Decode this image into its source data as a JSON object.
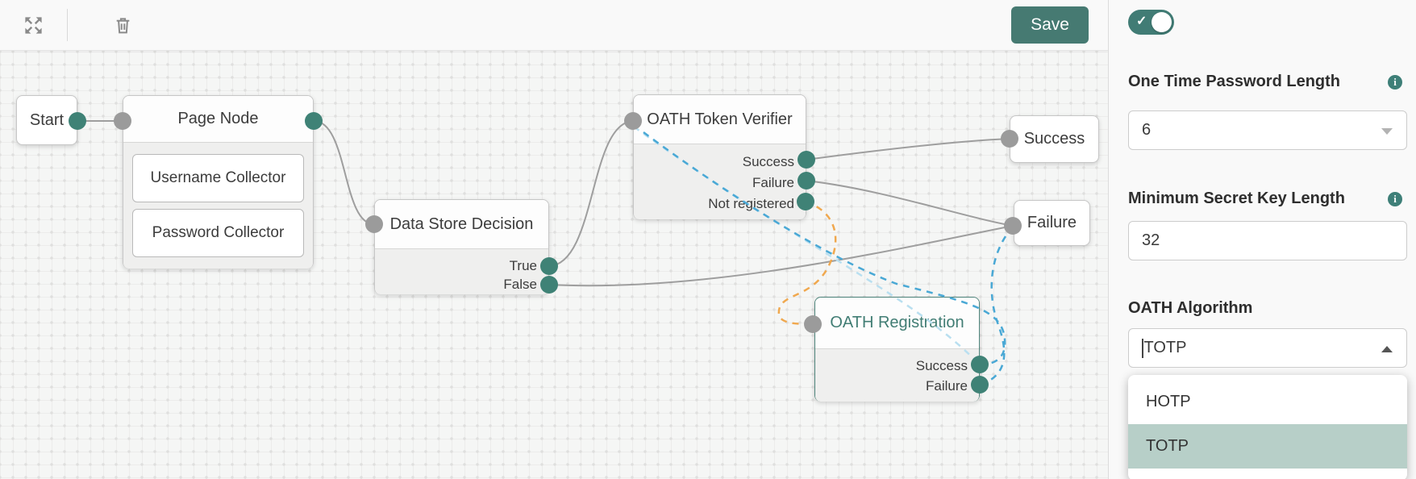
{
  "toolbar": {
    "save_label": "Save",
    "expand_icon": "expand-arrows",
    "delete_icon": "trash"
  },
  "panel": {
    "enabled_toggle": {
      "state": "on",
      "check_glyph": "✓"
    },
    "fields": [
      {
        "label": "One Time Password Length",
        "value": "6",
        "type": "select",
        "has_info_icon": true
      },
      {
        "label": "Minimum Secret Key Length",
        "value": "32",
        "type": "text",
        "has_info_icon": true
      },
      {
        "label": "OATH Algorithm",
        "value": "TOTP",
        "type": "combobox-open",
        "has_info_icon": false,
        "options": [
          "HOTP",
          "TOTP"
        ],
        "selected_option": "TOTP"
      }
    ],
    "colors": {
      "accent": "#417c75",
      "selected_option_bg": "#b7cfc8",
      "info_icon": "#3e7f78"
    }
  },
  "canvas": {
    "nodes": [
      {
        "title": "Start"
      },
      {
        "title": "Page Node",
        "children": [
          "Username Collector",
          "Password Collector"
        ]
      },
      {
        "title": "Data Store Decision",
        "outputs": [
          "True",
          "False"
        ]
      },
      {
        "title": "OATH Token Verifier",
        "outputs": [
          "Success",
          "Failure",
          "Not registered"
        ]
      },
      {
        "title": "OATH Registration",
        "outputs": [
          "Success",
          "Failure"
        ],
        "selected": true
      },
      {
        "title": "Success"
      },
      {
        "title": "Failure"
      }
    ],
    "connections": [
      {
        "from": "Start",
        "to": "Page Node",
        "style": "solid",
        "color": "#9e9e9e"
      },
      {
        "from": "Page Node",
        "to": "Data Store Decision",
        "style": "solid",
        "color": "#9e9e9e"
      },
      {
        "from": "Data Store Decision:True",
        "to": "OATH Token Verifier",
        "style": "solid",
        "color": "#9e9e9e"
      },
      {
        "from": "Data Store Decision:False",
        "to": "Failure",
        "style": "solid",
        "color": "#9e9e9e"
      },
      {
        "from": "OATH Token Verifier:Success",
        "to": "Success",
        "style": "solid",
        "color": "#9e9e9e"
      },
      {
        "from": "OATH Token Verifier:Failure",
        "to": "Failure",
        "style": "solid",
        "color": "#9e9e9e"
      },
      {
        "from": "OATH Token Verifier:Not registered",
        "to": "OATH Registration",
        "style": "dashed",
        "color": "#f0a84e"
      },
      {
        "from": "OATH Registration:Success",
        "to": "OATH Token Verifier",
        "style": "dashed",
        "color": "#b9dff0"
      },
      {
        "from": "OATH Registration:Failure",
        "to": "Failure",
        "style": "dashed",
        "color": "#49a8d5"
      }
    ],
    "port_colors": {
      "output": "#3f8276",
      "input": "#9b9b9b"
    }
  }
}
